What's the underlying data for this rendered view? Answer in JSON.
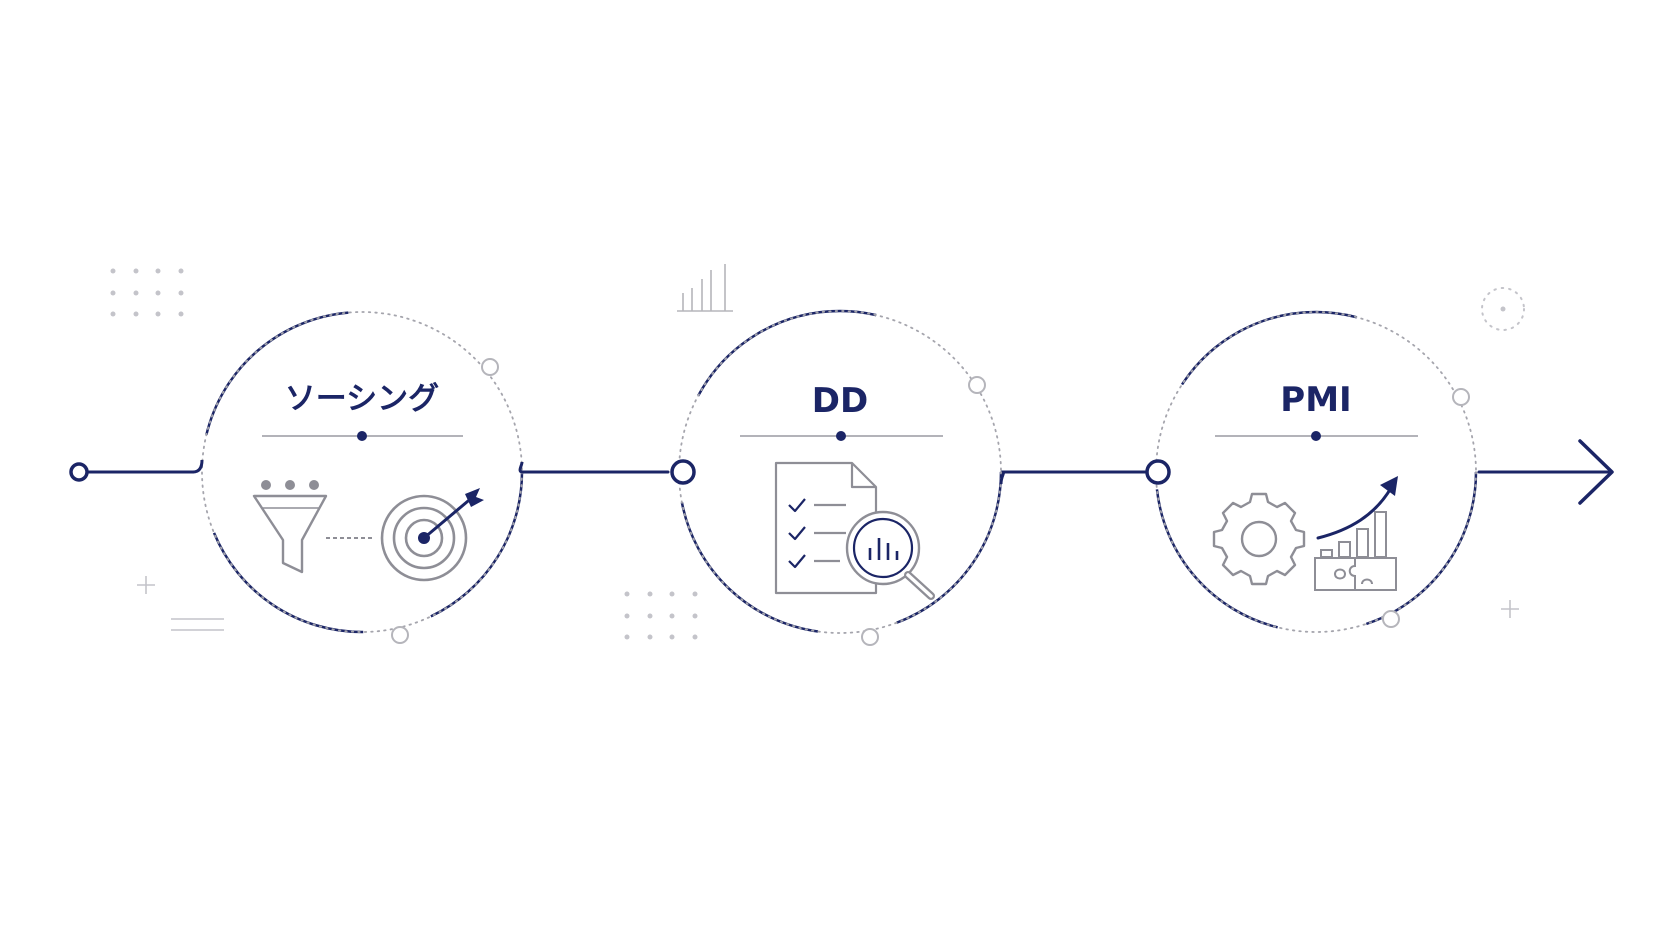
{
  "colors": {
    "navy": "#1b2566",
    "gray": "#8e8e96",
    "light_gray": "#b5b5bb",
    "background": "#ffffff"
  },
  "stages": [
    {
      "title": "ソーシング",
      "icons": [
        "funnel-icon",
        "dots-icon",
        "target-icon",
        "dart-icon"
      ]
    },
    {
      "title": "DD",
      "icons": [
        "checklist-document-icon",
        "magnifier-chart-icon"
      ]
    },
    {
      "title": "PMI",
      "icons": [
        "gear-icon",
        "growth-arrow-icon",
        "bar-chart-icon",
        "puzzle-icon"
      ]
    }
  ],
  "flow": {
    "start": "start-node-icon",
    "end": "end-arrow-icon"
  }
}
